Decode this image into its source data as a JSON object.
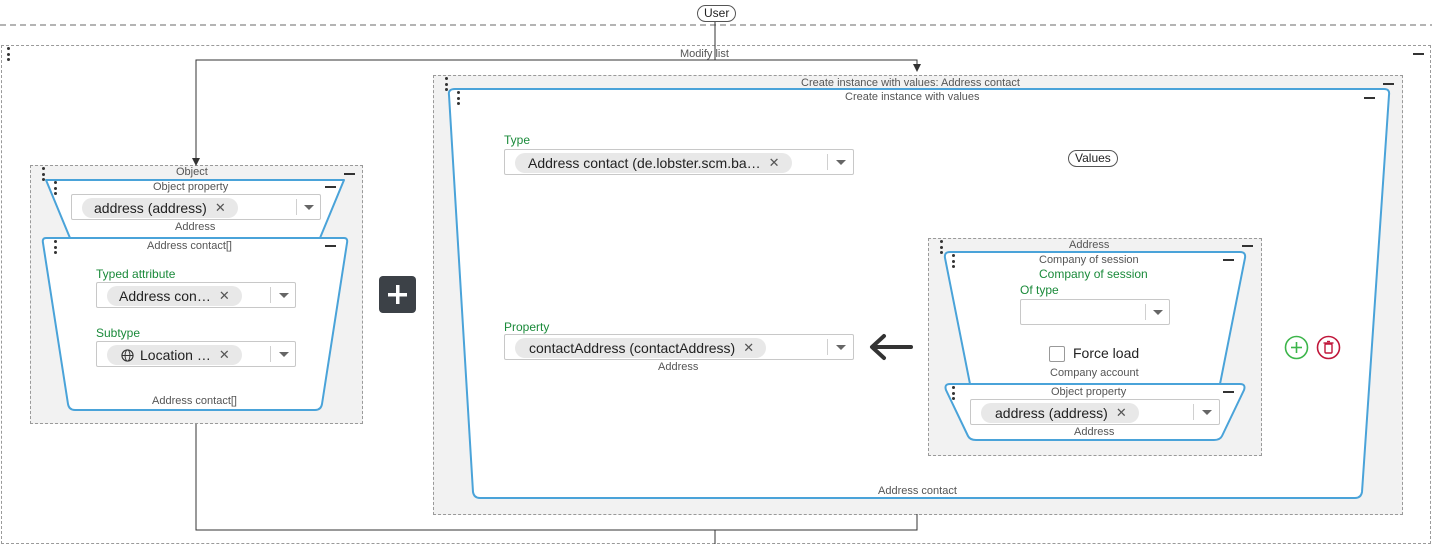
{
  "top": {
    "user_label": "User"
  },
  "modify_list": {
    "title": "Modify list"
  },
  "object_block": {
    "title": "Object",
    "object_property": {
      "title": "Object property",
      "chip": "address (address)",
      "caption": "Address"
    },
    "address_contact": {
      "title": "Address contact[]",
      "typed_attribute_label": "Typed attribute",
      "typed_attribute_chip": "Address con…",
      "subtype_label": "Subtype",
      "subtype_chip": "Location …",
      "caption": "Address contact[]"
    }
  },
  "create_outer": {
    "title": "Create instance with values: Address contact"
  },
  "create_inner": {
    "title": "Create instance with values",
    "type_label": "Type",
    "type_chip": "Address contact (de.lobster.scm.ba…",
    "values_label": "Values",
    "property_label": "Property",
    "property_chip": "contactAddress (contactAddress)",
    "property_caption": "Address",
    "caption": "Address contact"
  },
  "address_block": {
    "title": "Address",
    "company_session": {
      "title": "Company of session",
      "heading": "Company of session",
      "of_type_label": "Of type",
      "of_type_value": "",
      "force_load_label": "Force load",
      "caption": "Company account"
    },
    "object_property": {
      "title": "Object property",
      "chip": "address (address)",
      "caption": "Address"
    }
  },
  "icons": {
    "add": "plus-icon",
    "add_circle": "add-circle-icon",
    "delete": "trash-icon",
    "arrow": "arrow-left-icon",
    "globe": "globe-icon",
    "menu": "kebab-menu-icon",
    "collapse": "minus-icon"
  },
  "colors": {
    "accent_blue": "#4aa3d9",
    "label_green": "#1a8a3a",
    "add_green": "#3cb54a",
    "delete_red": "#c0163a",
    "dark_button": "#3c4147"
  }
}
